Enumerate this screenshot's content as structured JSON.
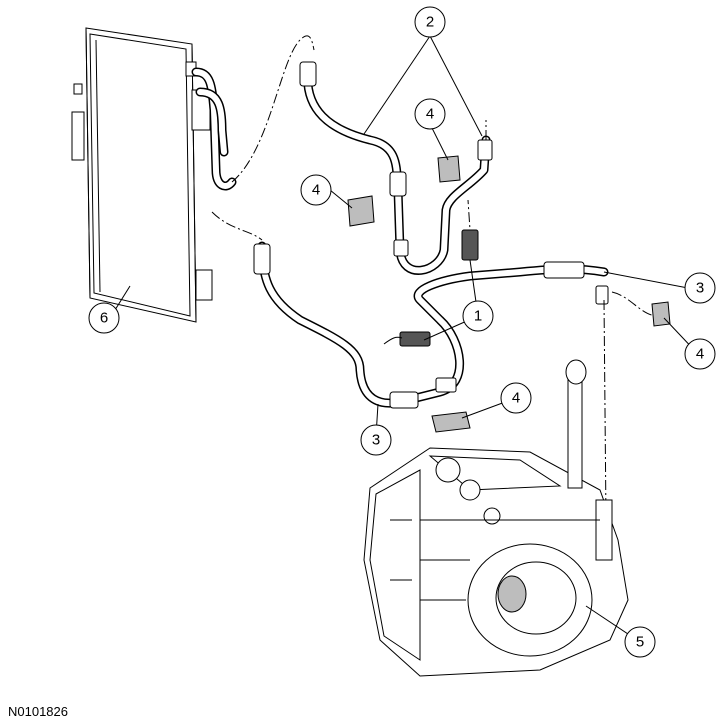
{
  "figure_id": "N0101826",
  "callouts": [
    {
      "label": "1"
    },
    {
      "label": "2"
    },
    {
      "label": "3"
    },
    {
      "label": "3"
    },
    {
      "label": "4"
    },
    {
      "label": "4"
    },
    {
      "label": "4"
    },
    {
      "label": "4"
    },
    {
      "label": "5"
    },
    {
      "label": "6"
    }
  ]
}
